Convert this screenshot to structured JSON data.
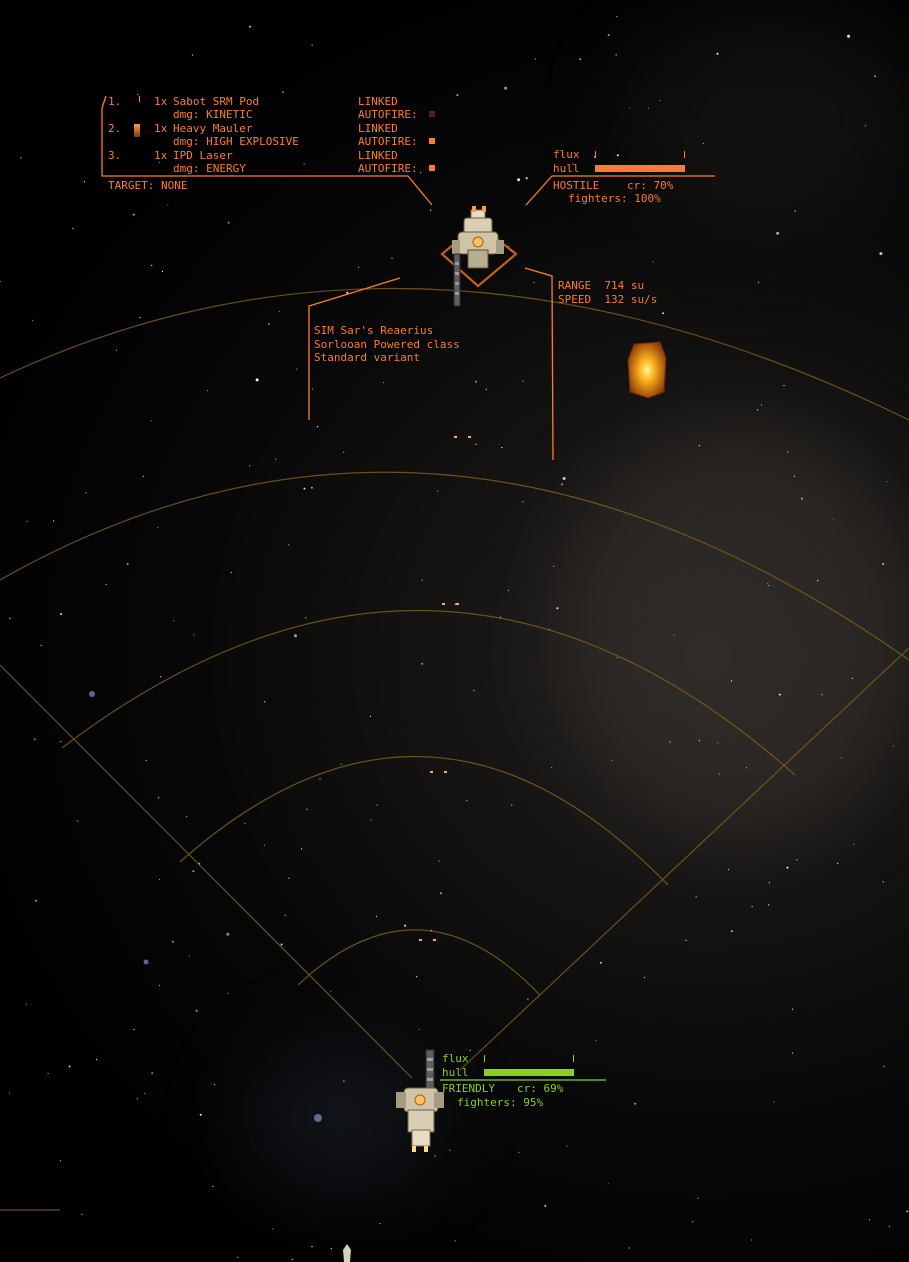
{
  "colors": {
    "hostile": "#ff7d2a",
    "friendly": "#8ad11e",
    "arc": "#8a6a1a",
    "bar_bg": "#2a1408",
    "bar_bg_green": "#142208"
  },
  "weapon_panel": {
    "groups": [
      {
        "num": "1.",
        "count": "1x",
        "name": "Sabot SRM Pod",
        "dmg": "dmg: KINETIC",
        "linked": "LINKED",
        "autofire": "AUTOFIRE:",
        "autofire_on": false
      },
      {
        "num": "2.",
        "count": "1x",
        "name": "Heavy Mauler",
        "dmg": "dmg: HIGH EXPLOSIVE",
        "linked": "LINKED",
        "autofire": "AUTOFIRE:",
        "autofire_on": true
      },
      {
        "num": "3.",
        "count": "1x",
        "name": "IPD Laser",
        "dmg": "dmg: ENERGY",
        "linked": "LINKED",
        "autofire": "AUTOFIRE:",
        "autofire_on": true
      }
    ],
    "target": "TARGET: NONE"
  },
  "hostile": {
    "flux_label": "flux",
    "hull_label": "hull",
    "flux": 0.0,
    "hull": 1.0,
    "status": "HOSTILE",
    "cr": "cr: 70%",
    "fighters": "fighters: 100%",
    "range": "RANGE  714 su",
    "speed": "SPEED  132 su/s",
    "ship_name": "SIM Sar's Reaerius",
    "ship_class": "Sorlooan Powered class",
    "ship_variant": "Standard variant"
  },
  "friendly": {
    "flux_label": "flux",
    "hull_label": "hull",
    "flux": 0.0,
    "hull": 1.0,
    "status": "FRIENDLY",
    "cr": "cr: 69%",
    "fighters": "fighters: 95%"
  }
}
